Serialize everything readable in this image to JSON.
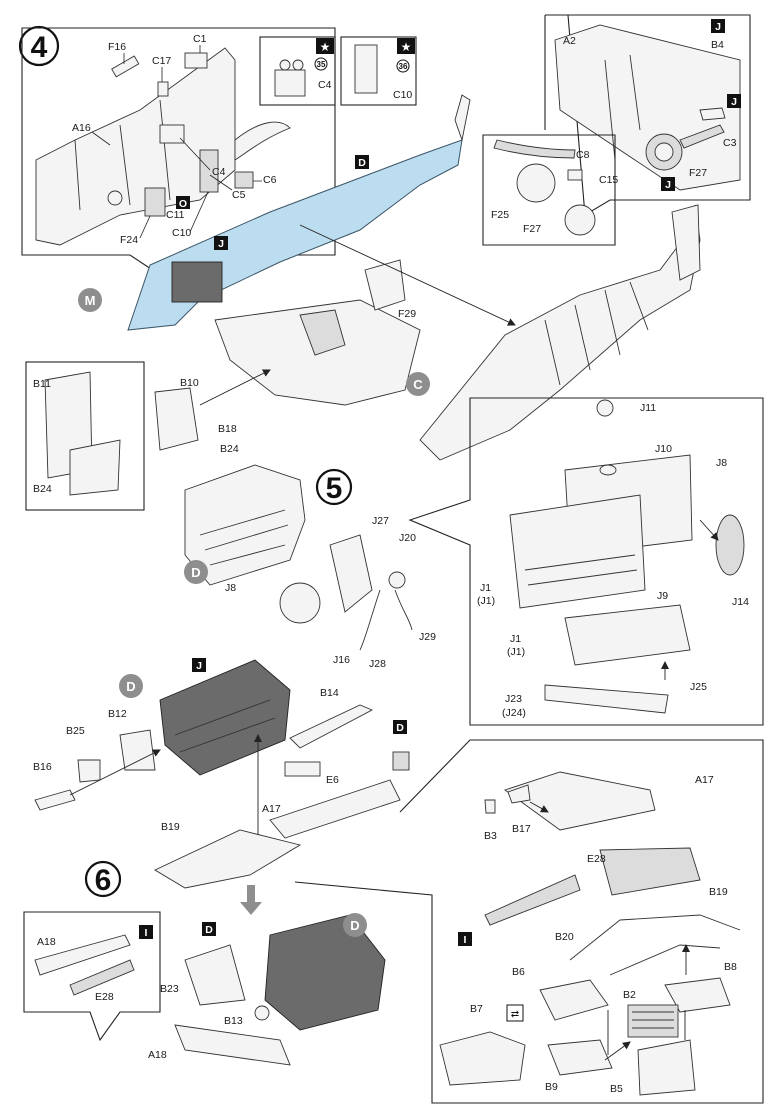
{
  "steps": {
    "s4": "4",
    "s5": "5",
    "s6": "6"
  },
  "badges": {
    "J": "J",
    "O": "O",
    "I": "I",
    "D": "D",
    "M": "M",
    "C": "C"
  },
  "codes": {
    "c35": "35",
    "c36": "36"
  },
  "labels": {
    "F16": "F16",
    "C1": "C1",
    "C17": "C17",
    "A16": "A16",
    "C4": "C4",
    "C5": "C5",
    "C6": "C6",
    "C11": "C11",
    "C10": "C10",
    "F24": "F24",
    "A2": "A2",
    "B4": "B4",
    "C3": "C3",
    "F27": "F27",
    "C8": "C8",
    "C15": "C15",
    "F25": "F25",
    "F29": "F29",
    "B11": "B11",
    "B10": "B10",
    "B18": "B18",
    "B24": "B24",
    "J11": "J11",
    "J10": "J10",
    "J8": "J8",
    "J27": "J27",
    "J20": "J20",
    "J29": "J29",
    "J16": "J16",
    "J28": "J28",
    "J1": "J1",
    "J1p": "(J1)",
    "J9": "J9",
    "J14": "J14",
    "J25": "J25",
    "J23": "J23",
    "J24p": "(J24)",
    "B14": "B14",
    "B12": "B12",
    "B25": "B25",
    "B16": "B16",
    "E6": "E6",
    "A17": "A17",
    "B19": "B19",
    "B3": "B3",
    "B17": "B17",
    "E28": "E28",
    "B20": "B20",
    "B6": "B6",
    "B8": "B8",
    "B2": "B2",
    "B7": "B7",
    "B9": "B9",
    "B5": "B5",
    "A18": "A18",
    "B23": "B23",
    "B13": "B13"
  },
  "colors": {
    "highlight": "#bcdcf0",
    "badge_gray": "#8e8e8e",
    "ink": "#1a1a1a"
  }
}
